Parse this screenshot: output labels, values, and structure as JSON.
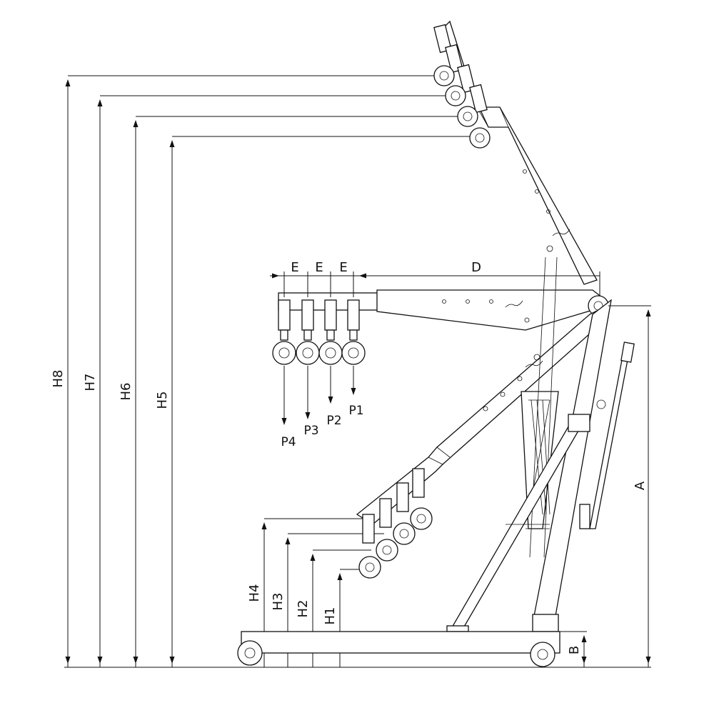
{
  "diagram": {
    "labels": {
      "h8": "H8",
      "h7": "H7",
      "h6": "H6",
      "h5": "H5",
      "h4": "H4",
      "h3": "H3",
      "h2": "H2",
      "h1": "H1",
      "a": "A",
      "b": "B",
      "d": "D",
      "e1": "E",
      "e2": "E",
      "e3": "E",
      "p1": "P1",
      "p2": "P2",
      "p3": "P3",
      "p4": "P4"
    },
    "colors": {
      "line": "#111111",
      "background": "#ffffff"
    }
  }
}
